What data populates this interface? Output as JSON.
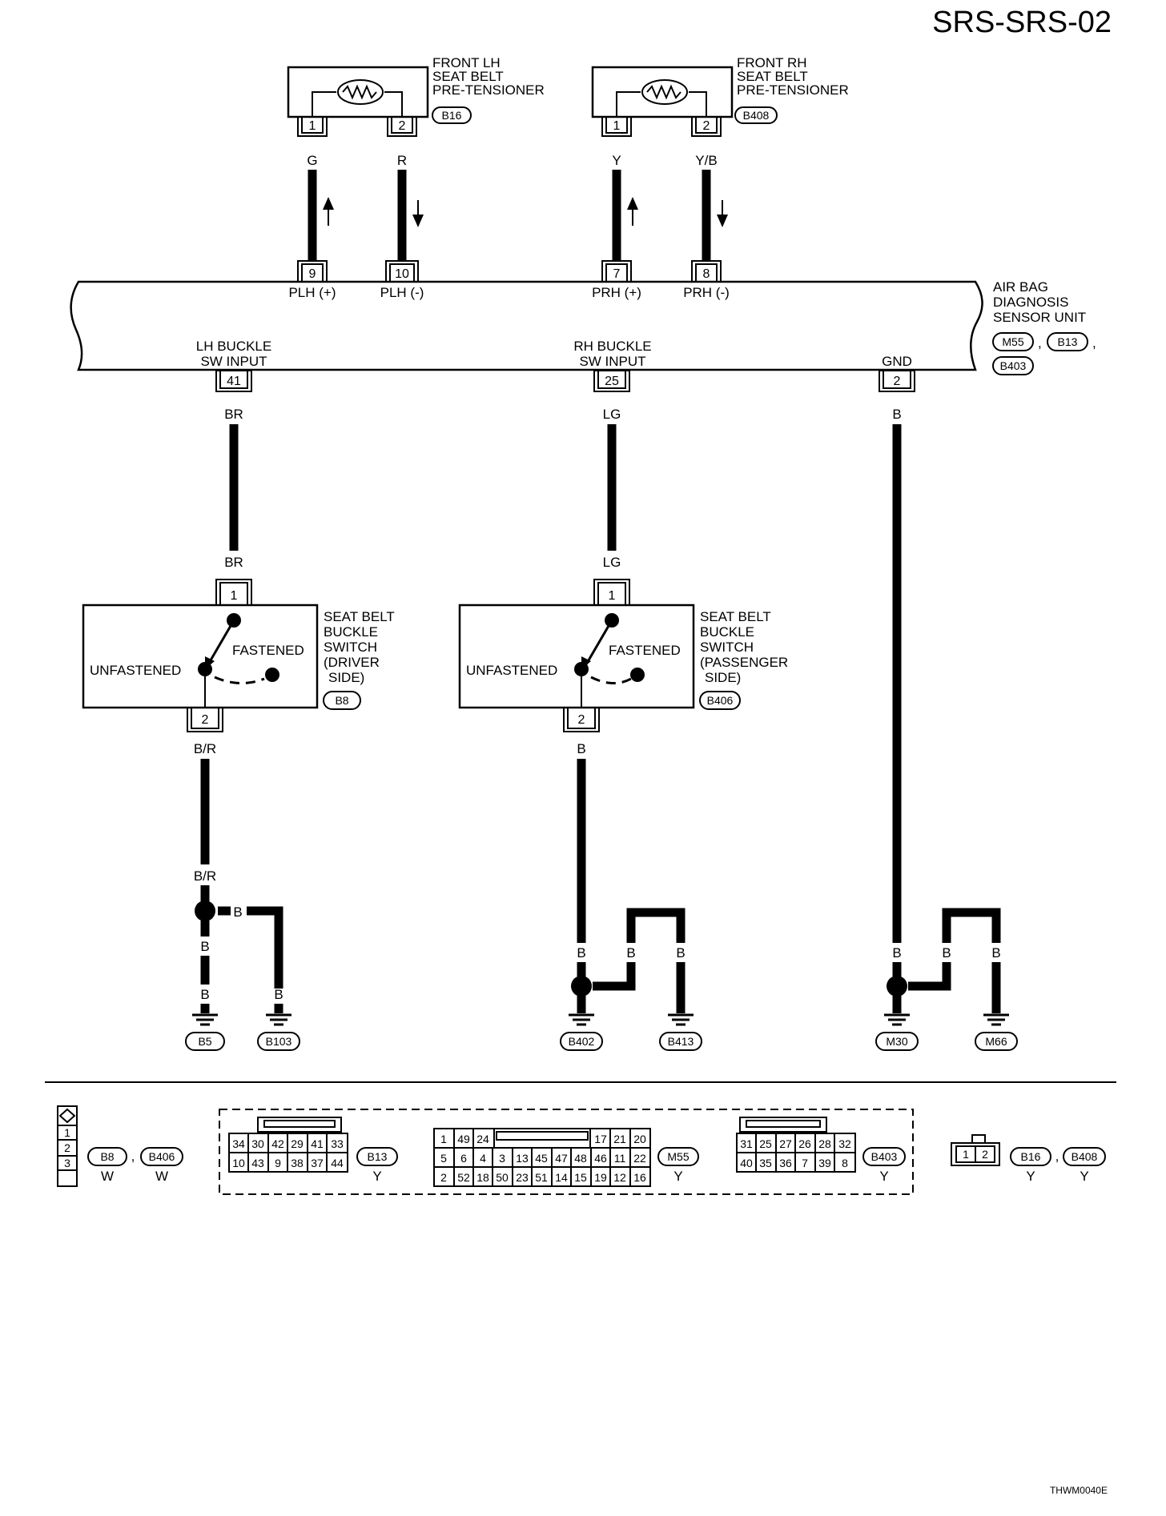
{
  "page_code": "SRS-SRS-02",
  "footer_code": "THWM0040E",
  "pretensioner_lh": {
    "name_lines": [
      "FRONT LH",
      "SEAT BELT",
      "PRE-TENSIONER"
    ],
    "connector": "B16",
    "pins": [
      "1",
      "2"
    ],
    "wire_colors": [
      "G",
      "R"
    ]
  },
  "pretensioner_rh": {
    "name_lines": [
      "FRONT RH",
      "SEAT BELT",
      "PRE-TENSIONER"
    ],
    "connector": "B408",
    "pins": [
      "1",
      "2"
    ],
    "wire_colors": [
      "Y",
      "Y/B"
    ]
  },
  "airbag_unit": {
    "name_lines": [
      "AIR BAG",
      "DIAGNOSIS",
      "SENSOR UNIT"
    ],
    "connectors": [
      "M55",
      "B13",
      "B403"
    ],
    "separator": ",",
    "top_pins": [
      {
        "pin": "9",
        "label": "PLH (+)"
      },
      {
        "pin": "10",
        "label": "PLH (-)"
      },
      {
        "pin": "7",
        "label": "PRH (+)"
      },
      {
        "pin": "8",
        "label": "PRH (-)"
      }
    ],
    "bottom_pins": [
      {
        "pin": "41",
        "label_lines": [
          "LH BUCKLE",
          "SW INPUT"
        ],
        "wire": "BR"
      },
      {
        "pin": "25",
        "label_lines": [
          "RH BUCKLE",
          "SW INPUT"
        ],
        "wire": "LG"
      },
      {
        "pin": "2",
        "label_lines": [
          "GND"
        ],
        "wire": "B"
      }
    ]
  },
  "switch_driver": {
    "name_lines": [
      "SEAT BELT",
      "BUCKLE",
      "SWITCH",
      "(DRIVER",
      " SIDE)"
    ],
    "connector": "B8",
    "pin_top": "1",
    "pin_bottom": "2",
    "wire_top": "BR",
    "wire_bottom": "B/R",
    "unfastened": "UNFASTENED",
    "fastened": "FASTENED"
  },
  "switch_passenger": {
    "name_lines": [
      "SEAT BELT",
      "BUCKLE",
      "SWITCH",
      "(PASSENGER",
      " SIDE)"
    ],
    "connector": "B406",
    "pin_top": "1",
    "pin_bottom": "2",
    "wire_top": "LG",
    "wire_bottom": "B",
    "unfastened": "UNFASTENED",
    "fastened": "FASTENED"
  },
  "grounds": {
    "left": {
      "wire_in": "B/R",
      "branch": "B",
      "down1": "B",
      "down2": "B",
      "g1": "B5",
      "g2": "B103"
    },
    "middle": {
      "wire_in": "B",
      "branch": "B",
      "right": "B",
      "g1": "B402",
      "g2": "B413"
    },
    "right": {
      "wire_in": "B",
      "branch": "B",
      "right": "B",
      "g1": "M30",
      "g2": "M66"
    }
  },
  "connector_legend": {
    "c3": {
      "pins": [
        "1",
        "2",
        "3"
      ],
      "refs": [
        "B8",
        "B406"
      ],
      "colors": [
        "W",
        "W"
      ]
    },
    "b13": {
      "rows": [
        [
          "34",
          "30",
          "42",
          "29",
          "41",
          "33"
        ],
        [
          "10",
          "43",
          "9",
          "38",
          "37",
          "44"
        ]
      ],
      "ref": "B13",
      "color": "Y"
    },
    "m55": {
      "row1_left": [
        "1",
        "49",
        "24"
      ],
      "row1_right": [
        "17",
        "21",
        "20"
      ],
      "row2": [
        "5",
        "6",
        "4",
        "3",
        "13",
        "45",
        "47",
        "48",
        "46",
        "11",
        "22"
      ],
      "row3": [
        "2",
        "52",
        "18",
        "50",
        "23",
        "51",
        "14",
        "15",
        "19",
        "12",
        "16"
      ],
      "ref": "M55",
      "color": "Y"
    },
    "b403": {
      "rows": [
        [
          "31",
          "25",
          "27",
          "26",
          "28",
          "32"
        ],
        [
          "40",
          "35",
          "36",
          "7",
          "39",
          "8"
        ]
      ],
      "ref": "B403",
      "color": "Y"
    },
    "c2": {
      "pins": [
        "1",
        "2"
      ],
      "refs": [
        "B16",
        "B408"
      ],
      "colors": [
        "Y",
        "Y"
      ]
    }
  }
}
